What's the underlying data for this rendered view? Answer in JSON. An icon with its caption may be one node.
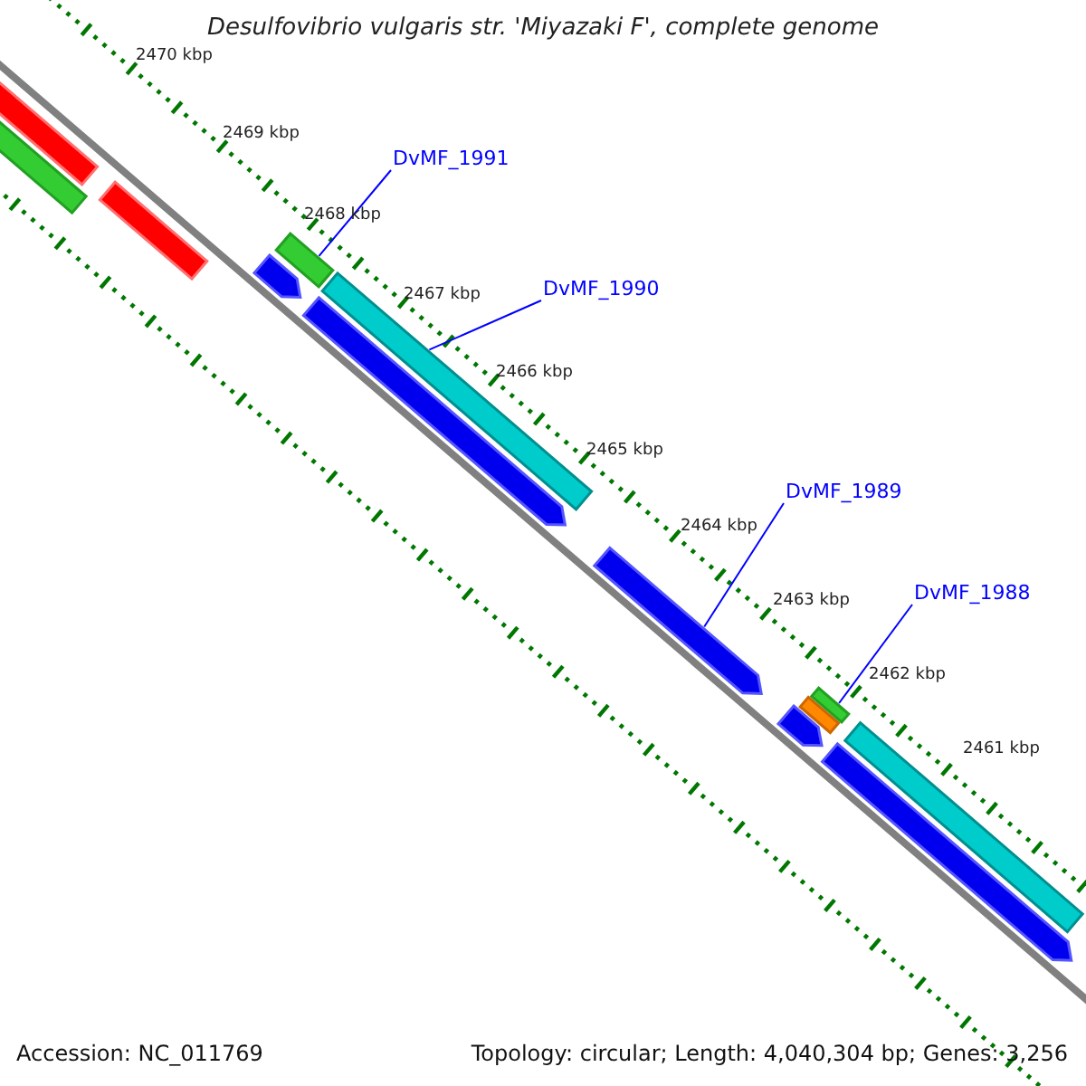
{
  "diagram": {
    "title": "Desulfovibrio vulgaris str. 'Miyazaki F', complete genome",
    "nodes": [
      {
        "text": [
          "DvMF_1991"
        ]
      },
      {
        "text": [
          "DvMF_1990"
        ]
      },
      {
        "text": [
          "DvMF_1989"
        ]
      },
      {
        "text": [
          "DvMF_1988"
        ]
      },
      {
        "text": [],
        "shape": "bar"
      },
      {
        "text": [],
        "shape": "bar"
      },
      {
        "text": [],
        "shape": "bar"
      },
      {
        "text": [],
        "shape": "arrow"
      },
      {
        "text": [],
        "shape": "bar"
      },
      {
        "text": [],
        "shape": "arrow"
      },
      {
        "text": [],
        "shape": "bar"
      },
      {
        "text": [],
        "shape": "arrow"
      },
      {
        "text": [],
        "shape": "arrow"
      },
      {
        "text": [],
        "shape": "bar"
      },
      {
        "text": [],
        "shape": "bar"
      },
      {
        "text": [],
        "shape": "bar"
      },
      {
        "text": [],
        "shape": "arrow"
      }
    ],
    "edges": [
      {
        "from": 0,
        "to": 8,
        "arrow": "none"
      },
      {
        "from": 1,
        "to": 10,
        "arrow": "none"
      },
      {
        "from": 2,
        "to": 11,
        "arrow": "none"
      },
      {
        "from": 3,
        "to": 14,
        "arrow": "none"
      }
    ],
    "labels": [
      "2470 kbp",
      "2469 kbp",
      "2468 kbp",
      "2467 kbp",
      "2466 kbp",
      "2465 kbp",
      "2464 kbp",
      "2463 kbp",
      "2462 kbp",
      "2461 kbp",
      "Accession: NC_011769",
      "Topology: circular; Length: 4,040,304 bp; Genes: 3,256"
    ]
  }
}
